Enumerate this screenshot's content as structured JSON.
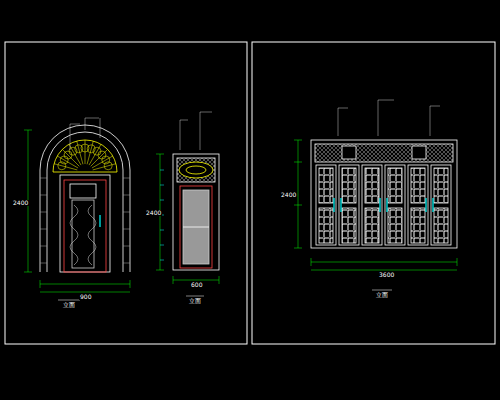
{
  "diagram": {
    "labels": [
      "立面",
      "立面",
      "立面",
      "900",
      "600",
      "3600",
      "2400",
      "2400",
      "2400"
    ]
  }
}
